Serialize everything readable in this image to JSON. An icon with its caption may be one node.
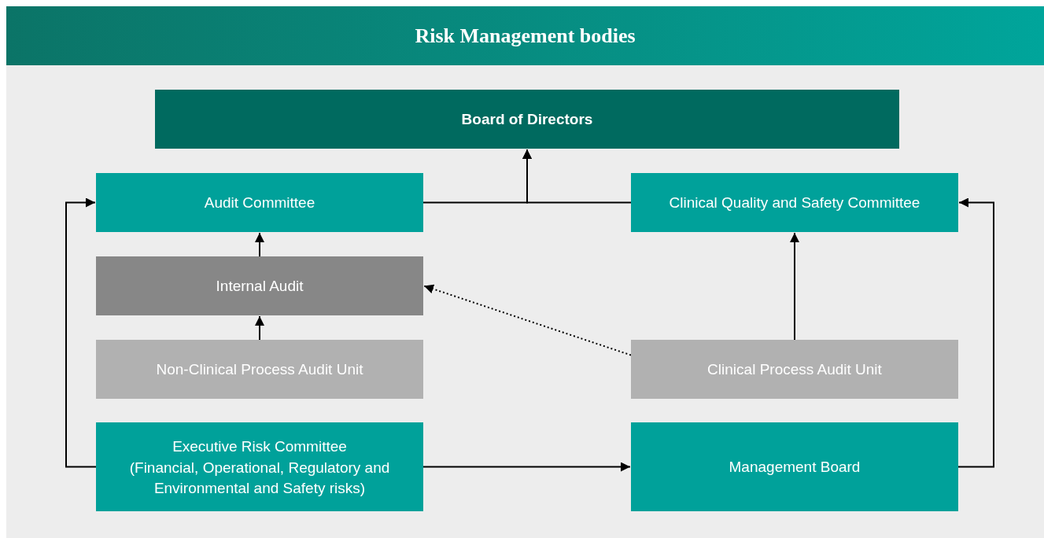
{
  "diagram": {
    "title": "Risk Management bodies",
    "nodes": [
      {
        "text": [
          "Board of Directors"
        ]
      },
      {
        "text": [
          "Audit Committee"
        ]
      },
      {
        "text": [
          "Clinical Quality and Safety Committee"
        ]
      },
      {
        "text": [
          "Internal Audit"
        ]
      },
      {
        "text": [
          "Non-Clinical Process Audit Unit"
        ]
      },
      {
        "text": [
          "Clinical Process Audit Unit"
        ]
      },
      {
        "text": [
          "Executive Risk Committee",
          "(Financial, Operational, Regulatory and Environmental and Safety risks)"
        ]
      },
      {
        "text": [
          "Management Board"
        ]
      }
    ],
    "edges": [
      {
        "from": 1,
        "to": 0,
        "arrow": "to"
      },
      {
        "from": 2,
        "to": 0,
        "arrow": "to"
      },
      {
        "from": 3,
        "to": 1,
        "arrow": "to"
      },
      {
        "from": 4,
        "to": 3,
        "arrow": "to"
      },
      {
        "from": 5,
        "to": 3,
        "arrow": "to",
        "style": "dashed"
      },
      {
        "from": 5,
        "to": 2,
        "arrow": "to"
      },
      {
        "from": 6,
        "to": 1,
        "arrow": "to"
      },
      {
        "from": 6,
        "to": 7,
        "arrow": "to"
      },
      {
        "from": 7,
        "to": 2,
        "arrow": "to"
      }
    ]
  }
}
